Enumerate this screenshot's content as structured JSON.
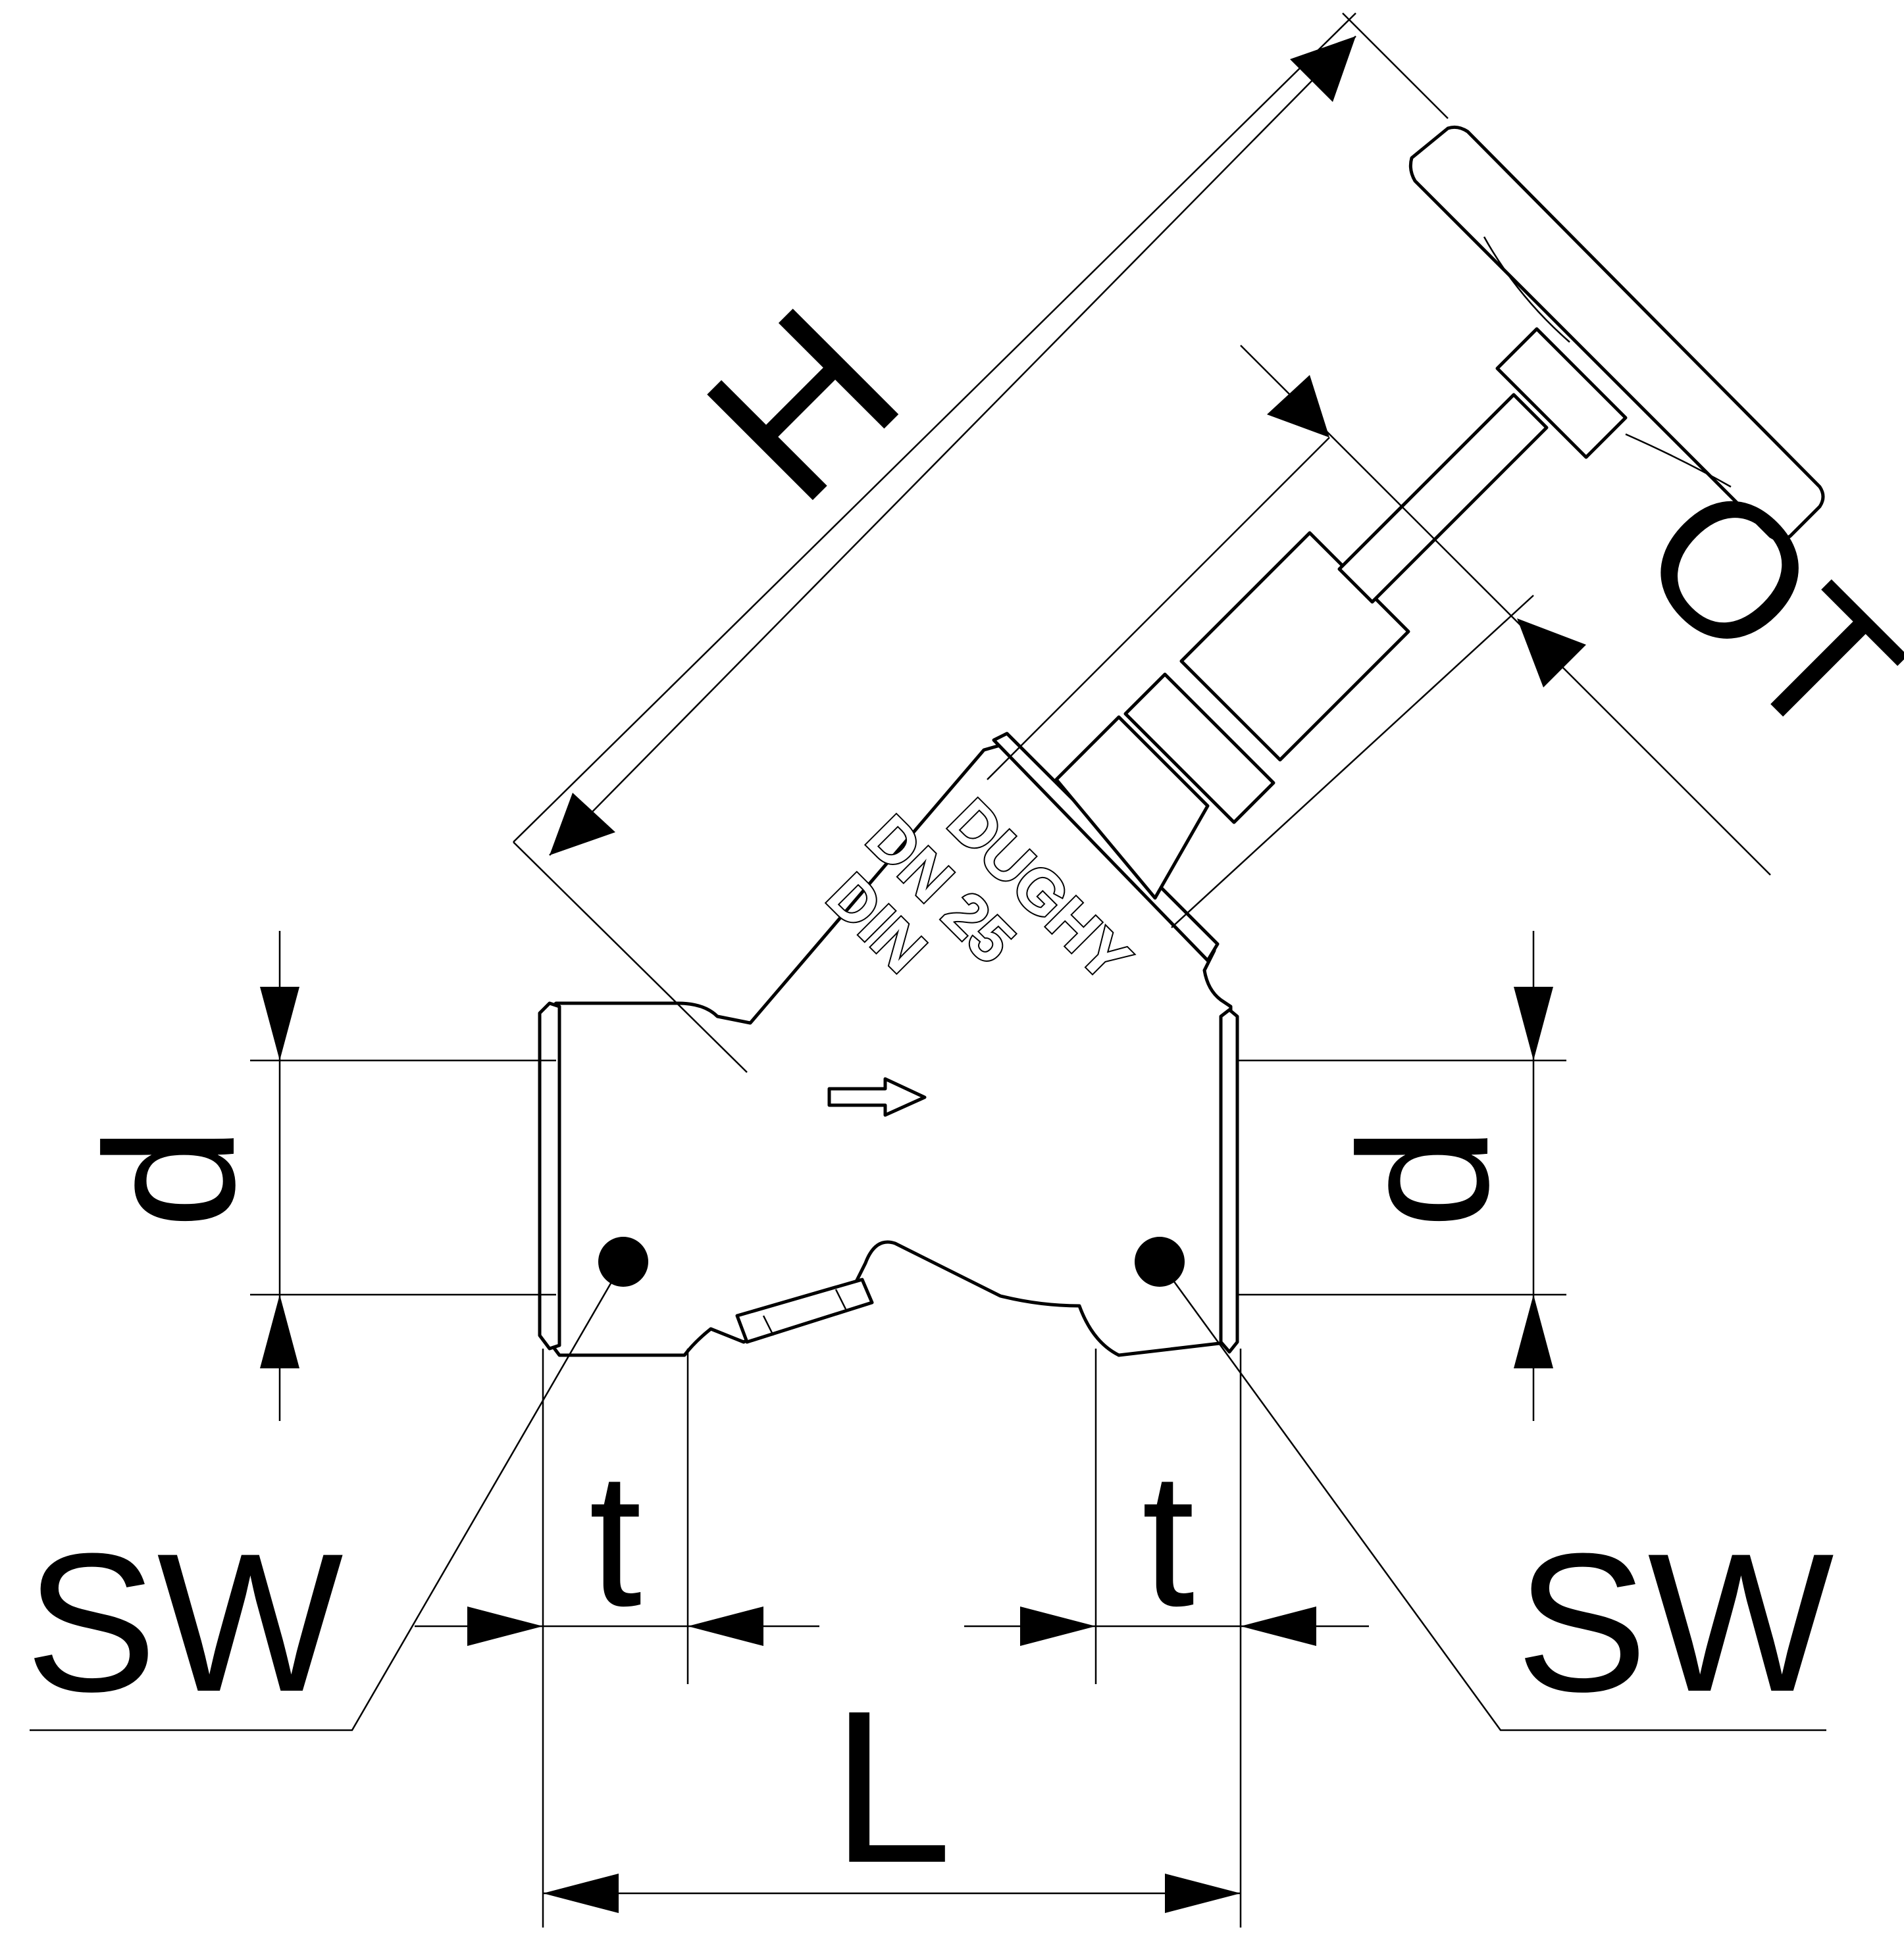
{
  "dimensions": {
    "height": "H",
    "opening_travel": "OT",
    "diameter_left": "d",
    "diameter_right": "d",
    "socket_depth_left": "t",
    "socket_depth_right": "t",
    "length": "L",
    "weld_left": "SW",
    "weld_right": "SW"
  },
  "body_marking": {
    "line1": "DUGHY",
    "line2": "DN 25",
    "line3": "DIN"
  },
  "colors": {
    "line": "#000000",
    "background": "#ffffff"
  }
}
